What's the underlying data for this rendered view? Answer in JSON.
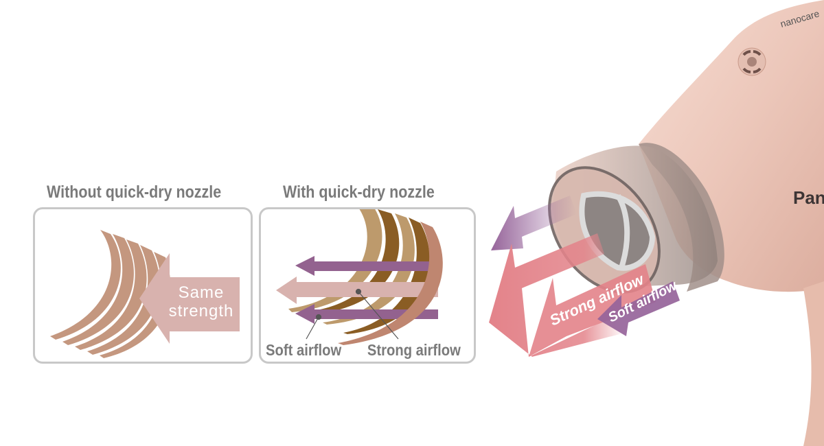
{
  "colors": {
    "title_gray": "#7a7a7a",
    "border_gray": "#c8c8c8",
    "hair_tan": "#c4977f",
    "hair_light": "#bd9a6c",
    "hair_dark": "#8a5d24",
    "hair_rose": "#bf8670",
    "strong_arrow": "#d8b2ae",
    "soft_arrow": "#93628f",
    "strong_airflow_big": "#e3838a",
    "soft_airflow_big": "#96649a",
    "dryer_body": "#ecc7ba",
    "label_dark": "#555555"
  },
  "panels": {
    "without": {
      "title": "Without quick-dry nozzle",
      "arrow_label_line1": "Same",
      "arrow_label_line2": "strength"
    },
    "with": {
      "title": "With quick-dry nozzle",
      "label_soft": "Soft airflow",
      "label_strong": "Strong airflow"
    }
  },
  "dryer": {
    "brand_text": "nanocare",
    "logo_text": "Pan",
    "label_strong": "Strong airflow",
    "label_soft": "Soft airflow"
  }
}
